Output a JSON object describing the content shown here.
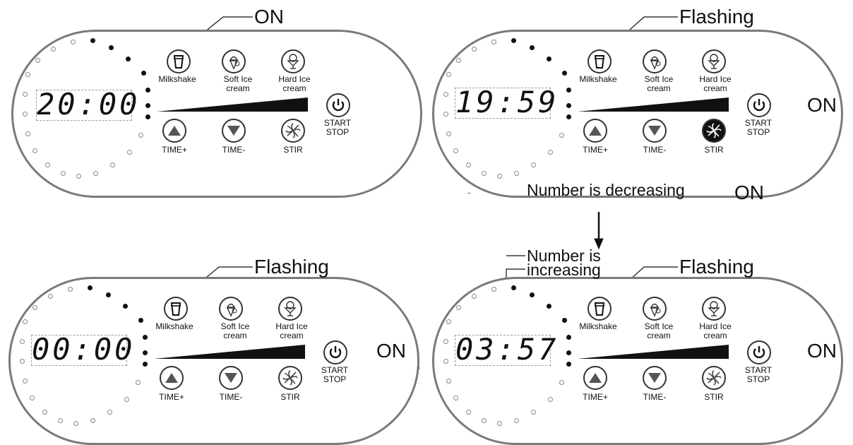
{
  "panels": [
    {
      "time": "20:00",
      "milkshake": "Milkshake",
      "soft": "Soft Ice\ncream",
      "hard": "Hard Ice\ncream",
      "timeplus": "TIME+",
      "timeminus": "TIME-",
      "stir": "STIR",
      "startstop": "START\nSTOP"
    },
    {
      "time": "19:59",
      "milkshake": "Milkshake",
      "soft": "Soft Ice\ncream",
      "hard": "Hard Ice\ncream",
      "timeplus": "TIME+",
      "timeminus": "TIME-",
      "stir": "STIR",
      "startstop": "START\nSTOP"
    },
    {
      "time": "00:00",
      "milkshake": "Milkshake",
      "soft": "Soft Ice\ncream",
      "hard": "Hard Ice\ncream",
      "timeplus": "TIME+",
      "timeminus": "TIME-",
      "stir": "STIR",
      "startstop": "START\nSTOP"
    },
    {
      "time": "03:57",
      "milkshake": "Milkshake",
      "soft": "Soft Ice\ncream",
      "hard": "Hard Ice\ncream",
      "timeplus": "TIME+",
      "timeminus": "TIME-",
      "stir": "STIR",
      "startstop": "START\nSTOP"
    }
  ],
  "callouts": {
    "p1_milkshake": "ON",
    "p2_milkshake": "Flashing",
    "p2_start": "ON",
    "p2_number": "Number is decreasing",
    "p2_stir": "ON",
    "p2_dash": "-",
    "p3_milkshake": "Flashing",
    "p3_start": "ON",
    "p4_milkshake": "Flashing",
    "p4_start": "ON",
    "p4_number": "Number is\nincreasing"
  }
}
